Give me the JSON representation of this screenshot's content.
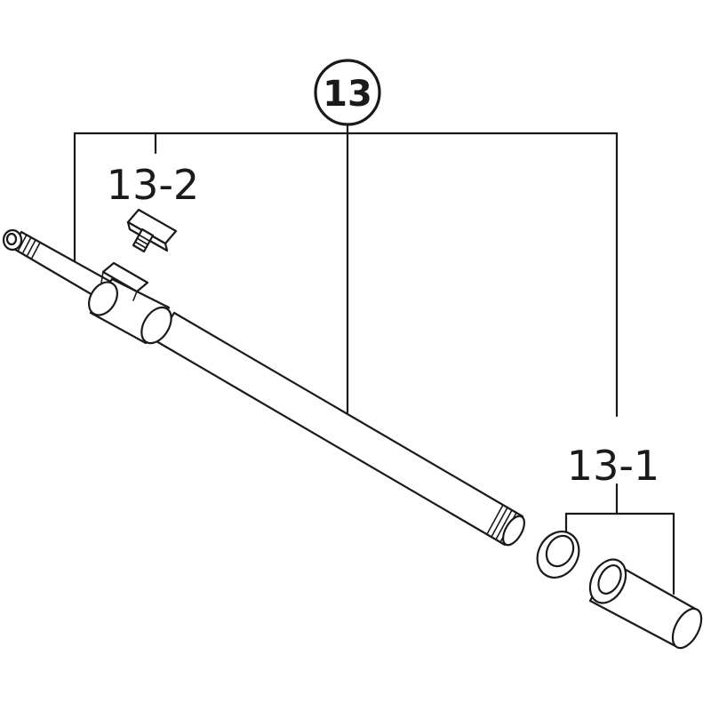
{
  "diagram": {
    "assembly_number": "13",
    "labels": {
      "thumb_screw": "13-2",
      "sleeve_set": "13-1"
    },
    "colors": {
      "line": "#1a1a1a",
      "background": "#ffffff"
    }
  }
}
